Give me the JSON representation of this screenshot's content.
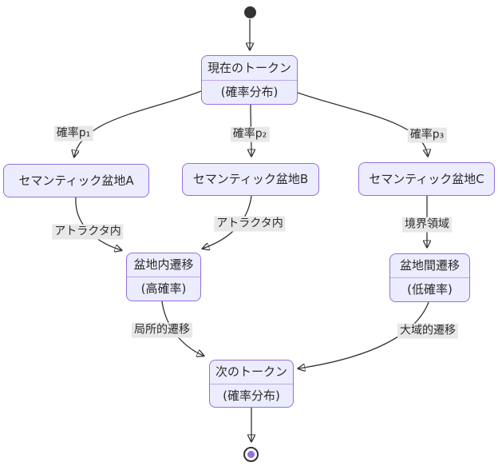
{
  "diagram": {
    "type": "state-diagram",
    "colors": {
      "node_fill": "#ECECFF",
      "node_border": "#9370DB",
      "edge_color": "#333333",
      "edge_label_bg": "#e8e8e8",
      "text_color": "#2b2b2b",
      "start_node_fill": "#333333",
      "end_node_inner": "#9370DB"
    },
    "nodes": {
      "start": {
        "kind": "initial-state"
      },
      "current_token": {
        "title": "現在のトークン",
        "subtitle": "(確率分布)"
      },
      "basin_a": {
        "title": "セマンティック盆地A"
      },
      "basin_b": {
        "title": "セマンティック盆地B"
      },
      "basin_c": {
        "title": "セマンティック盆地C"
      },
      "intra_basin": {
        "title": "盆地内遷移",
        "subtitle": "(高確率)"
      },
      "inter_basin": {
        "title": "盆地間遷移",
        "subtitle": "(低確率)"
      },
      "next_token": {
        "title": "次のトークン",
        "subtitle": "(確率分布)"
      },
      "end": {
        "kind": "final-state"
      }
    },
    "edges": [
      {
        "from": "start",
        "to": "current_token",
        "label": ""
      },
      {
        "from": "current_token",
        "to": "basin_a",
        "label": "確率p₁"
      },
      {
        "from": "current_token",
        "to": "basin_b",
        "label": "確率p₂"
      },
      {
        "from": "current_token",
        "to": "basin_c",
        "label": "確率p₃"
      },
      {
        "from": "basin_a",
        "to": "intra_basin",
        "label": "アトラクタ内"
      },
      {
        "from": "basin_b",
        "to": "intra_basin",
        "label": "アトラクタ内"
      },
      {
        "from": "basin_c",
        "to": "inter_basin",
        "label": "境界領域"
      },
      {
        "from": "intra_basin",
        "to": "next_token",
        "label": "局所的遷移"
      },
      {
        "from": "inter_basin",
        "to": "next_token",
        "label": "大域的遷移"
      },
      {
        "from": "next_token",
        "to": "end",
        "label": ""
      }
    ]
  }
}
